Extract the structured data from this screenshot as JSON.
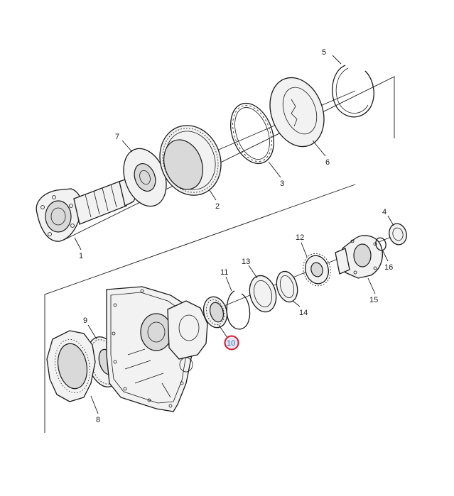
{
  "callouts": [
    {
      "id": "1",
      "text": "1"
    },
    {
      "id": "2",
      "text": "2"
    },
    {
      "id": "3",
      "text": "3"
    },
    {
      "id": "4",
      "text": "4"
    },
    {
      "id": "5",
      "text": "5"
    },
    {
      "id": "6",
      "text": "6"
    },
    {
      "id": "7",
      "text": "7"
    },
    {
      "id": "8",
      "text": "8"
    },
    {
      "id": "9",
      "text": "9"
    },
    {
      "id": "10",
      "text": "10",
      "highlighted": true
    },
    {
      "id": "11",
      "text": "11"
    },
    {
      "id": "12",
      "text": "12"
    },
    {
      "id": "13",
      "text": "13"
    },
    {
      "id": "14",
      "text": "14"
    },
    {
      "id": "15",
      "text": "15"
    },
    {
      "id": "16",
      "text": "16"
    }
  ],
  "colors": {
    "line": "#1a1a1a",
    "highlight_ring": "#d9182d",
    "highlight_fill": "#dfe8f5",
    "highlight_text": "#3a5fa8"
  }
}
